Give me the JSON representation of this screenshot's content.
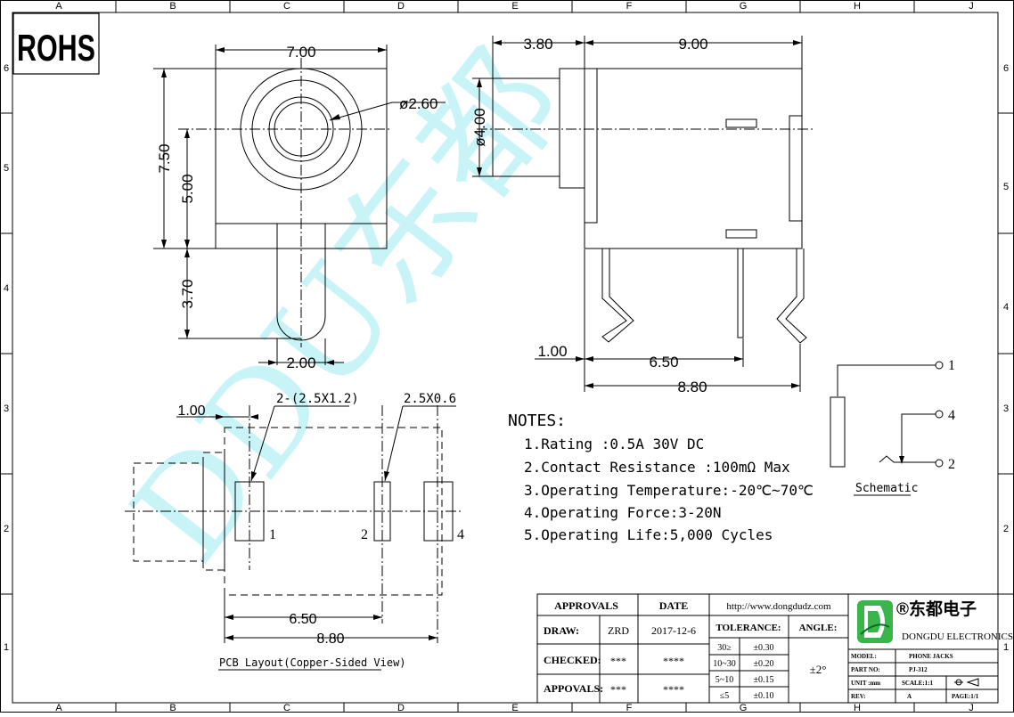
{
  "colors": {
    "line": "#000000",
    "watermark": "#c8f4f8",
    "logo_green": "#39b54a",
    "logo_dark": "#0a6b2a"
  },
  "border": {
    "cols": [
      "A",
      "B",
      "C",
      "D",
      "E",
      "F",
      "G",
      "H",
      "J"
    ],
    "rows": [
      "6",
      "5",
      "4",
      "3",
      "2",
      "1"
    ]
  },
  "rohs": "ROHS",
  "watermark": "DDU东都",
  "front_view": {
    "dim_width": "7.00",
    "dim_height": "7.50",
    "dim_inner": "5.00",
    "dim_pin_len": "3.70",
    "dim_pin_w": "2.00",
    "dim_hole": "ø2.60"
  },
  "side_view": {
    "dim_nose": "3.80",
    "dim_body": "9.00",
    "dim_dia": "ø4.00",
    "dim_1": "1.00",
    "dim_2": "6.50",
    "dim_3": "8.80"
  },
  "pcb": {
    "label_1": "1.00",
    "label_pad_a": "2-(2.5X1.2)",
    "label_pad_b": "2.5X0.6",
    "pin_1": "1",
    "pin_2": "2",
    "pin_4": "4",
    "dim_a": "6.50",
    "dim_b": "8.80",
    "caption": "PCB Layout(Copper-Sided View)"
  },
  "notes": {
    "title": "NOTES:",
    "items": [
      "1.Rating :0.5A 30V DC",
      "2.Contact Resistance :100mΩ Max",
      "3.Operating Temperature:-20℃~70℃",
      "4.Operating Force:3-20N",
      "5.Operating Life:5,000 Cycles"
    ]
  },
  "schematic": {
    "pin_1": "1",
    "pin_4": "4",
    "pin_2": "2",
    "caption": "Schematic"
  },
  "title_block": {
    "approvals": "APPROVALS",
    "date_h": "DATE",
    "url": "http://www.dongdudz.com",
    "draw": "DRAW:",
    "draw_by": "ZRD",
    "draw_date": "2017-12-6",
    "tolerance": "TOLERANCE:",
    "angle": "ANGLE:",
    "checked": "CHECKED:",
    "checked_by": "***",
    "checked_date": "****",
    "appovals": "APPOVALS:",
    "appovals_by": "***",
    "appovals_date": "****",
    "tol_rows": [
      [
        "30≥",
        "±0.30"
      ],
      [
        "10~30",
        "±0.20"
      ],
      [
        "5~10",
        "±0.15"
      ],
      [
        "≤5",
        "±0.10"
      ]
    ],
    "angle_val": "±2°",
    "company_cn": "®东都电子",
    "company_en": "DONGDU ELECTRONICS",
    "model_k": "MODEL:",
    "model_v": "PHONE JACKS",
    "part_k": "PART NO:",
    "part_v": "PJ-312",
    "unit_k": "UNIT :mm",
    "scale_k": "SCALE:1:1",
    "rev_k": "REV:",
    "rev_v": "A",
    "page_k": "PAGE:1/1"
  }
}
